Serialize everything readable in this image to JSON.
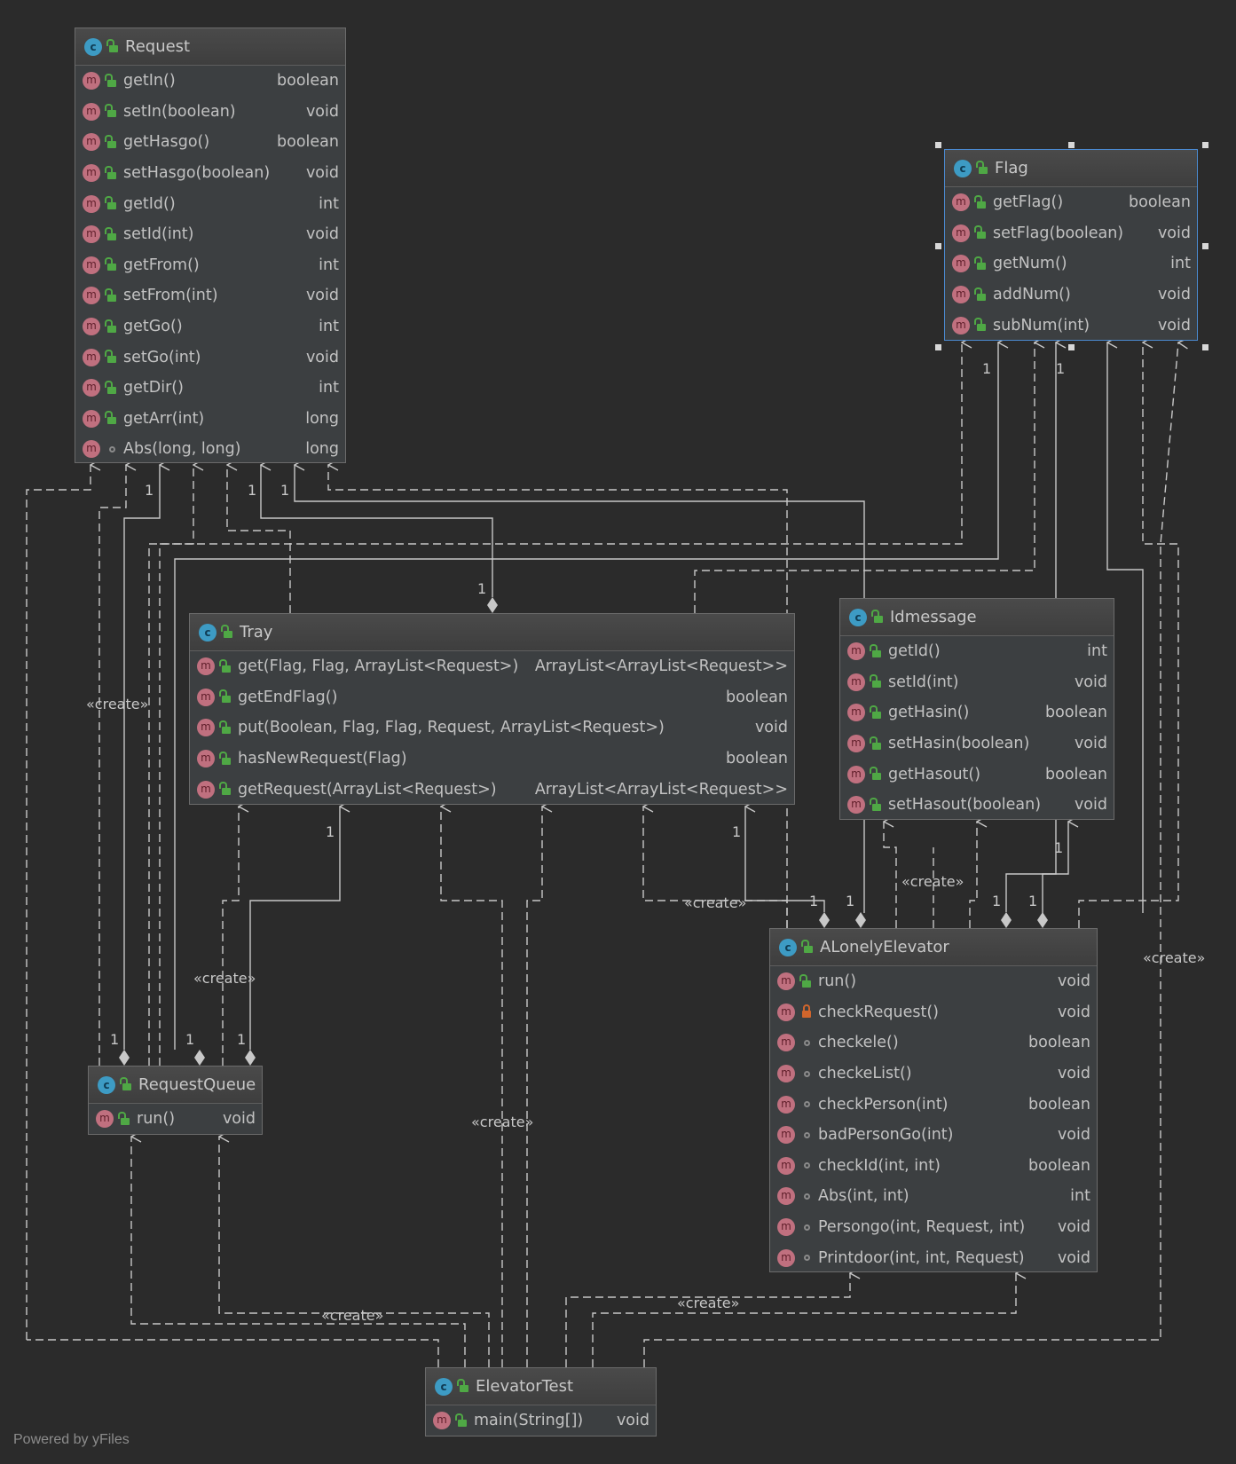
{
  "footer": "Powered by yFiles",
  "stereotype_create": "«create»",
  "multiplicity_one": "1",
  "colors": {
    "background": "#2b2b2b",
    "class_body": "#3c3f41",
    "class_icon": "#3d9bc4",
    "method_icon": "#c0707f",
    "public_icon": "#4fa845",
    "private_icon": "#d0652c",
    "selection": "#4b8ad0",
    "edge": "#c8c8c8"
  },
  "classes": {
    "request": {
      "name": "Request",
      "methods": [
        {
          "name": "getIn()",
          "type": "boolean",
          "visibility": "public"
        },
        {
          "name": "setIn(boolean)",
          "type": "void",
          "visibility": "public"
        },
        {
          "name": "getHasgo()",
          "type": "boolean",
          "visibility": "public"
        },
        {
          "name": "setHasgo(boolean)",
          "type": "void",
          "visibility": "public"
        },
        {
          "name": "getId()",
          "type": "int",
          "visibility": "public"
        },
        {
          "name": "setId(int)",
          "type": "void",
          "visibility": "public"
        },
        {
          "name": "getFrom()",
          "type": "int",
          "visibility": "public"
        },
        {
          "name": "setFrom(int)",
          "type": "void",
          "visibility": "public"
        },
        {
          "name": "getGo()",
          "type": "int",
          "visibility": "public"
        },
        {
          "name": "setGo(int)",
          "type": "void",
          "visibility": "public"
        },
        {
          "name": "getDir()",
          "type": "int",
          "visibility": "public"
        },
        {
          "name": "getArr(int)",
          "type": "long",
          "visibility": "public"
        },
        {
          "name": "Abs(long, long)",
          "type": "long",
          "visibility": "package"
        }
      ]
    },
    "flag": {
      "name": "Flag",
      "selected": true,
      "methods": [
        {
          "name": "getFlag()",
          "type": "boolean",
          "visibility": "public"
        },
        {
          "name": "setFlag(boolean)",
          "type": "void",
          "visibility": "public"
        },
        {
          "name": "getNum()",
          "type": "int",
          "visibility": "public"
        },
        {
          "name": "addNum()",
          "type": "void",
          "visibility": "public"
        },
        {
          "name": "subNum(int)",
          "type": "void",
          "visibility": "public"
        }
      ]
    },
    "tray": {
      "name": "Tray",
      "methods": [
        {
          "name": "get(Flag, Flag, ArrayList<Request>)",
          "type": "ArrayList<ArrayList<Request>>",
          "visibility": "public"
        },
        {
          "name": "getEndFlag()",
          "type": "boolean",
          "visibility": "public"
        },
        {
          "name": "put(Boolean, Flag, Flag, Request, ArrayList<Request>)",
          "type": "void",
          "visibility": "public"
        },
        {
          "name": "hasNewRequest(Flag)",
          "type": "boolean",
          "visibility": "public"
        },
        {
          "name": "getRequest(ArrayList<Request>)",
          "type": "ArrayList<ArrayList<Request>>",
          "visibility": "public"
        }
      ]
    },
    "idmessage": {
      "name": "Idmessage",
      "methods": [
        {
          "name": "getId()",
          "type": "int",
          "visibility": "public"
        },
        {
          "name": "setId(int)",
          "type": "void",
          "visibility": "public"
        },
        {
          "name": "getHasin()",
          "type": "boolean",
          "visibility": "public"
        },
        {
          "name": "setHasin(boolean)",
          "type": "void",
          "visibility": "public"
        },
        {
          "name": "getHasout()",
          "type": "boolean",
          "visibility": "public"
        },
        {
          "name": "setHasout(boolean)",
          "type": "void",
          "visibility": "public"
        }
      ]
    },
    "alonelyelevator": {
      "name": "ALonelyElevator",
      "methods": [
        {
          "name": "run()",
          "type": "void",
          "visibility": "public"
        },
        {
          "name": "checkRequest()",
          "type": "void",
          "visibility": "private"
        },
        {
          "name": "checkele()",
          "type": "boolean",
          "visibility": "package"
        },
        {
          "name": "checkeList()",
          "type": "void",
          "visibility": "package"
        },
        {
          "name": "checkPerson(int)",
          "type": "boolean",
          "visibility": "package"
        },
        {
          "name": "badPersonGo(int)",
          "type": "void",
          "visibility": "package"
        },
        {
          "name": "checkId(int, int)",
          "type": "boolean",
          "visibility": "package"
        },
        {
          "name": "Abs(int, int)",
          "type": "int",
          "visibility": "package"
        },
        {
          "name": "Persongo(int, Request, int)",
          "type": "void",
          "visibility": "package"
        },
        {
          "name": "Printdoor(int, int, Request)",
          "type": "void",
          "visibility": "package"
        }
      ]
    },
    "requestqueue": {
      "name": "RequestQueue",
      "methods": [
        {
          "name": "run()",
          "type": "void",
          "visibility": "public"
        }
      ]
    },
    "elevatortest": {
      "name": "ElevatorTest",
      "methods": [
        {
          "name": "main(String[])",
          "type": "void",
          "visibility": "public",
          "static": true
        }
      ]
    }
  },
  "relations": [
    {
      "from": "RequestQueue",
      "to": "Request",
      "kind": "composition",
      "multiplicity": "1"
    },
    {
      "from": "RequestQueue",
      "to": "Tray",
      "kind": "composition",
      "multiplicity": "1"
    },
    {
      "from": "RequestQueue",
      "to": "Flag",
      "kind": "composition",
      "multiplicity": "1"
    },
    {
      "from": "RequestQueue",
      "to": "Request",
      "kind": "create",
      "label": "«create»"
    },
    {
      "from": "RequestQueue",
      "to": "Tray",
      "kind": "create",
      "label": "«create»"
    },
    {
      "from": "Tray",
      "to": "Request",
      "kind": "composition",
      "multiplicity": "1"
    },
    {
      "from": "Tray",
      "to": "Request",
      "kind": "dependency"
    },
    {
      "from": "Tray",
      "to": "Flag",
      "kind": "dependency"
    },
    {
      "from": "ALonelyElevator",
      "to": "Tray",
      "kind": "composition",
      "multiplicity": "1"
    },
    {
      "from": "ALonelyElevator",
      "to": "Request",
      "kind": "composition",
      "multiplicity": "1"
    },
    {
      "from": "ALonelyElevator",
      "to": "Idmessage",
      "kind": "composition",
      "multiplicity": "1"
    },
    {
      "from": "ALonelyElevator",
      "to": "Flag",
      "kind": "composition",
      "multiplicity": "1"
    },
    {
      "from": "ALonelyElevator",
      "to": "Tray",
      "kind": "create",
      "label": "«create»"
    },
    {
      "from": "ALonelyElevator",
      "to": "Idmessage",
      "kind": "create",
      "label": "«create»"
    },
    {
      "from": "ALonelyElevator",
      "to": "Request",
      "kind": "create"
    },
    {
      "from": "ElevatorTest",
      "to": "RequestQueue",
      "kind": "create",
      "label": "«create»"
    },
    {
      "from": "ElevatorTest",
      "to": "Tray",
      "kind": "create",
      "label": "«create»"
    },
    {
      "from": "ElevatorTest",
      "to": "ALonelyElevator",
      "kind": "create",
      "label": "«create»"
    },
    {
      "from": "ElevatorTest",
      "to": "Flag",
      "kind": "create",
      "label": "«create»"
    },
    {
      "from": "ElevatorTest",
      "to": "Request",
      "kind": "create"
    }
  ]
}
